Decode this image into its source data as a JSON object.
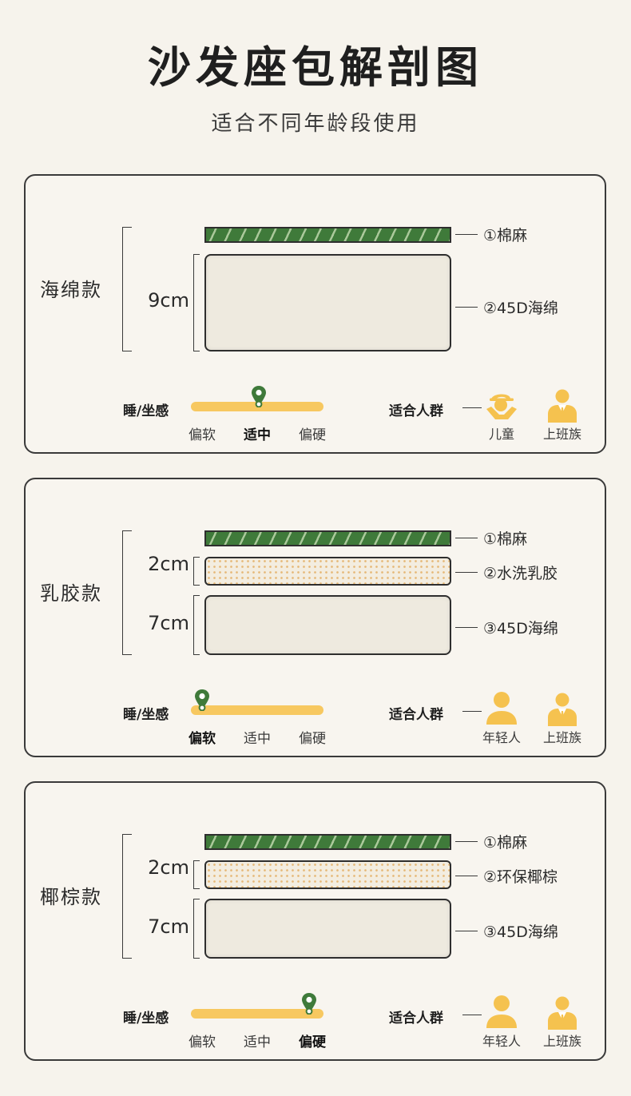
{
  "title": "沙发座包解剖图",
  "subtitle": "适合不同年龄段使用",
  "colors": {
    "linen": "#3f7a3a",
    "slider": "#f7c860",
    "pin": "#3f7a3a",
    "person": "#f5c24f"
  },
  "panels": [
    {
      "name": "海绵款",
      "thickness_labels": [
        "9cm"
      ],
      "layers": [
        "①棉麻",
        "②45D海绵"
      ],
      "feel_label": "睡/坐感",
      "feel_options": [
        "偏软",
        "适中",
        "偏硬"
      ],
      "feel_selected": 1,
      "suit_label": "适合人群",
      "suitable": [
        {
          "icon": "child-icon",
          "label": "儿童"
        },
        {
          "icon": "office-worker-icon",
          "label": "上班族"
        }
      ]
    },
    {
      "name": "乳胶款",
      "thickness_labels": [
        "2cm",
        "7cm"
      ],
      "layers": [
        "①棉麻",
        "②水洗乳胶",
        "③45D海绵"
      ],
      "feel_label": "睡/坐感",
      "feel_options": [
        "偏软",
        "适中",
        "偏硬"
      ],
      "feel_selected": 0,
      "suit_label": "适合人群",
      "suitable": [
        {
          "icon": "young-person-icon",
          "label": "年轻人"
        },
        {
          "icon": "office-worker-icon",
          "label": "上班族"
        }
      ]
    },
    {
      "name": "椰棕款",
      "thickness_labels": [
        "2cm",
        "7cm"
      ],
      "layers": [
        "①棉麻",
        "②环保椰棕",
        "③45D海绵"
      ],
      "feel_label": "睡/坐感",
      "feel_options": [
        "偏软",
        "适中",
        "偏硬"
      ],
      "feel_selected": 2,
      "suit_label": "适合人群",
      "suitable": [
        {
          "icon": "young-person-icon",
          "label": "年轻人"
        },
        {
          "icon": "office-worker-icon",
          "label": "上班族"
        }
      ]
    }
  ]
}
